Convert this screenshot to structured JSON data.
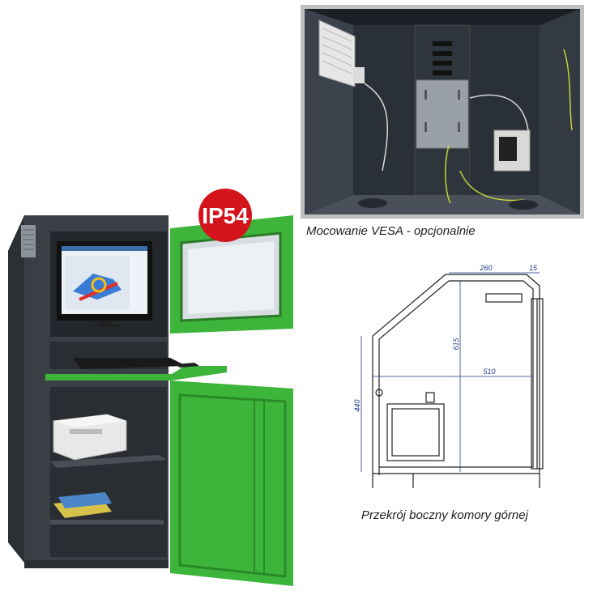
{
  "badge": {
    "text": "IP54",
    "color": "#d4141c"
  },
  "captions": {
    "vesa": "Mocowanie VESA - opcjonalnie",
    "section": "Przekrój boczny komory górnej"
  },
  "dimensions": {
    "top_width": "260",
    "top_right": "15",
    "height_total": "615",
    "depth": "510",
    "height_lower": "440"
  },
  "colors": {
    "door_green": "#3db43a",
    "cabinet_dark": "#3a3f45",
    "interior": "#2e3238",
    "dim_blue": "#1f3b8c"
  }
}
